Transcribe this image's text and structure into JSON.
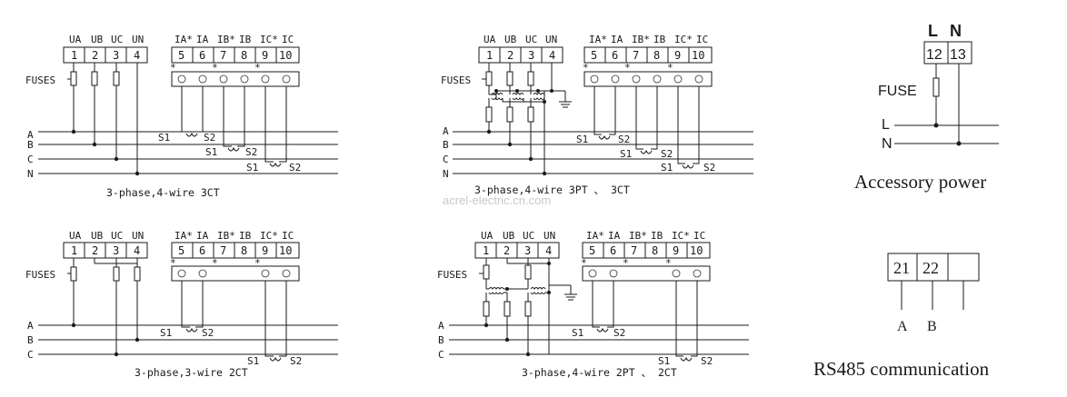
{
  "watermark": "acrel-electric.cn.com",
  "labels": {
    "fuses": "FUSES",
    "phase_a": "A",
    "phase_b": "B",
    "phase_c": "C",
    "phase_n": "N",
    "s1": "S1",
    "s2": "S2",
    "star": "*"
  },
  "voltage_headers": [
    "UA",
    "UB",
    "UC",
    "UN"
  ],
  "current_headers": [
    "IA*",
    "IA",
    "IB*",
    "IB",
    "IC*",
    "IC"
  ],
  "terminals_voltage": [
    "1",
    "2",
    "3",
    "4"
  ],
  "terminals_current": [
    "5",
    "6",
    "7",
    "8",
    "9",
    "10"
  ],
  "captions": {
    "d1": "3-phase,4-wire 3CT",
    "d2": "3-phase,4-wire 3PT 、 3CT",
    "d3": "3-phase,3-wire 2CT",
    "d4": "3-phase,4-wire 2PT 、 2CT"
  },
  "accessory": {
    "l_label": "L",
    "n_label": "N",
    "t12": "12",
    "t13": "13",
    "fuse": "FUSE",
    "caption": "Accessory power"
  },
  "rs485": {
    "t21": "21",
    "t22": "22",
    "a": "A",
    "b": "B",
    "caption": "RS485 communication"
  }
}
